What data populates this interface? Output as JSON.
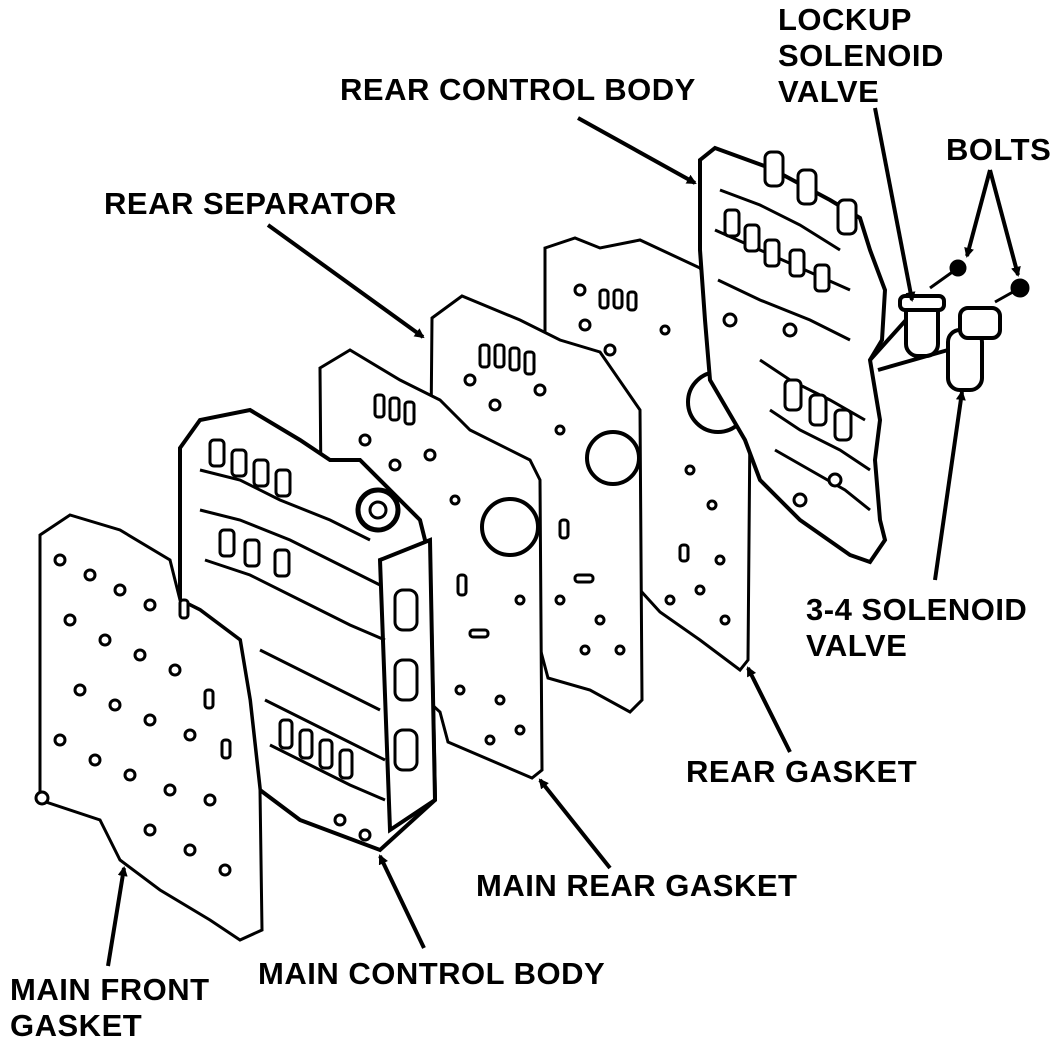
{
  "diagram": {
    "labels": {
      "rear_control_body": "REAR CONTROL BODY",
      "lockup_solenoid_valve": [
        "LOCKUP",
        "SOLENOID",
        "VALVE"
      ],
      "bolts": "BOLTS",
      "rear_separator": "REAR SEPARATOR",
      "solenoid_3_4_valve": [
        "3-4 SOLENOID",
        "VALVE"
      ],
      "rear_gasket": "REAR GASKET",
      "main_rear_gasket": "MAIN REAR GASKET",
      "main_control_body": "MAIN CONTROL BODY",
      "main_front_gasket": [
        "MAIN FRONT",
        "GASKET"
      ]
    },
    "colors": {
      "ink": "#000000",
      "paper": "#ffffff"
    }
  }
}
